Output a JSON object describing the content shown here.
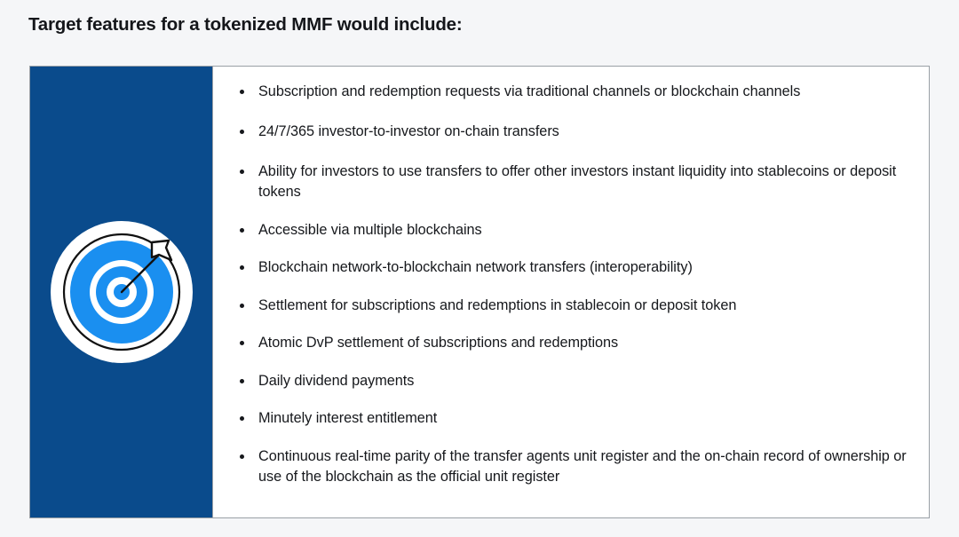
{
  "page": {
    "title": "Target features for a tokenized MMF would include:",
    "background_color": "#f5f6f8"
  },
  "card": {
    "border_color": "#9aa0a6",
    "background_color": "#ffffff",
    "accent_panel": {
      "background_color": "#0a4b8c",
      "icon_name": "target-bullseye-icon",
      "icon_colors": {
        "disc": "#ffffff",
        "ring": "#1a8ff0",
        "outline": "#111111",
        "arrow_fill": "#ffffff",
        "arrow_outline": "#111111"
      }
    },
    "features": [
      "Subscription and redemption requests via traditional channels or blockchain channels",
      "24/7/365 investor-to-investor on-chain transfers",
      "Ability for investors to use transfers to offer other investors instant liquidity into stablecoins or deposit tokens",
      "Accessible via multiple blockchains",
      "Blockchain network-to-blockchain network transfers (interoperability)",
      "Settlement for subscriptions and redemptions in stablecoin or deposit token",
      "Atomic DvP settlement of subscriptions and redemptions",
      "Daily dividend payments",
      "Minutely interest entitlement",
      "Continuous real-time parity of the transfer agents unit register and the on-chain record of ownership or use of the blockchain as the official unit register"
    ]
  }
}
